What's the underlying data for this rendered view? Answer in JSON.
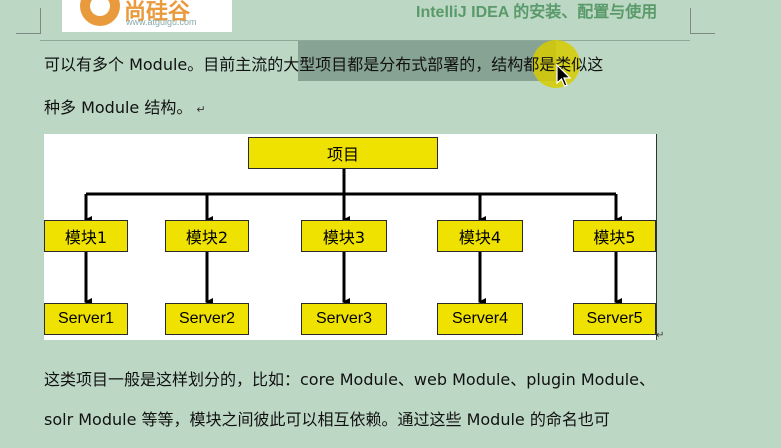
{
  "header": {
    "logo_text": "尚硅谷",
    "logo_url": "www.atguigu.com",
    "doc_title": "IntelliJ IDEA 的安装、配置与使用"
  },
  "paragraphs": {
    "p1_line1": "可以有多个 Module。目前主流的大型项目都是分布式部署的，结构都是类似这",
    "p1_line2": "种多 Module 结构。",
    "p2_line1": "这类项目一般是这样划分的，比如：core Module、web Module、plugin Module、",
    "p2_line2": "solr Module 等等，模块之间彼此可以相互依赖。通过这些 Module 的命名也可"
  },
  "paragraph_mark": "↵",
  "diagram": {
    "root": "项目",
    "modules": [
      "模块1",
      "模块2",
      "模块3",
      "模块4",
      "模块5"
    ],
    "servers": [
      "Server1",
      "Server2",
      "Server3",
      "Server4",
      "Server5"
    ]
  },
  "colors": {
    "background": "#bcd8c4",
    "node_fill": "#f0e200",
    "highlight": "#5f7e72",
    "cursor_halo": "#d7cd00",
    "header_title": "#5a9a6a"
  },
  "icons": {
    "cursor": "mouse-pointer-icon"
  }
}
